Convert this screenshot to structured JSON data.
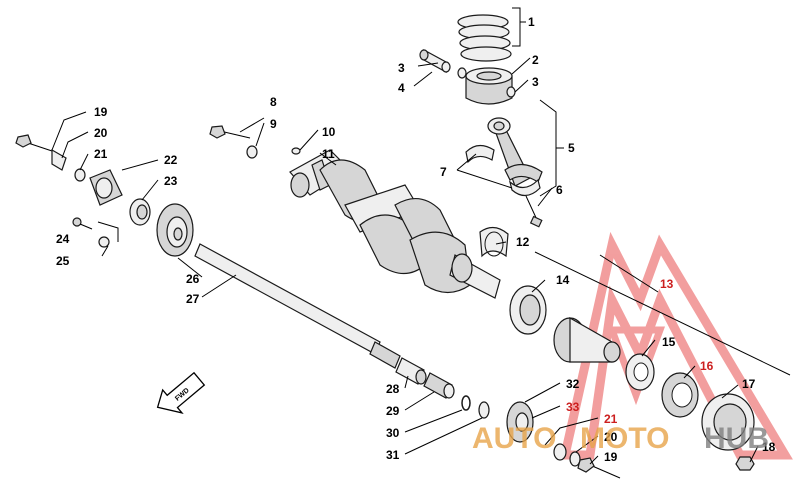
{
  "callouts": {
    "c1": "1",
    "c2": "2",
    "c3a": "3",
    "c3b": "3",
    "c4": "4",
    "c5": "5",
    "c6": "6",
    "c7": "7",
    "c8": "8",
    "c9": "9",
    "c10": "10",
    "c11": "11",
    "c12": "12",
    "c13": "13",
    "c14": "14",
    "c15": "15",
    "c16": "16",
    "c17": "17",
    "c18": "18",
    "c19a": "19",
    "c19b": "19",
    "c20a": "20",
    "c20b": "20",
    "c21a": "21",
    "c21b": "21",
    "c22": "22",
    "c23": "23",
    "c24": "24",
    "c25": "25",
    "c26": "26",
    "c27": "27",
    "c28": "28",
    "c29": "29",
    "c30": "30",
    "c31": "31",
    "c32": "32",
    "c33": "33"
  },
  "direction_label": "FWD",
  "watermark": {
    "part1": "AUTO",
    "part2": "MOTO",
    "part3": "HUB",
    "color_primary": "#e8a54a",
    "color_secondary": "#808080",
    "logo_color": "#e85050"
  }
}
